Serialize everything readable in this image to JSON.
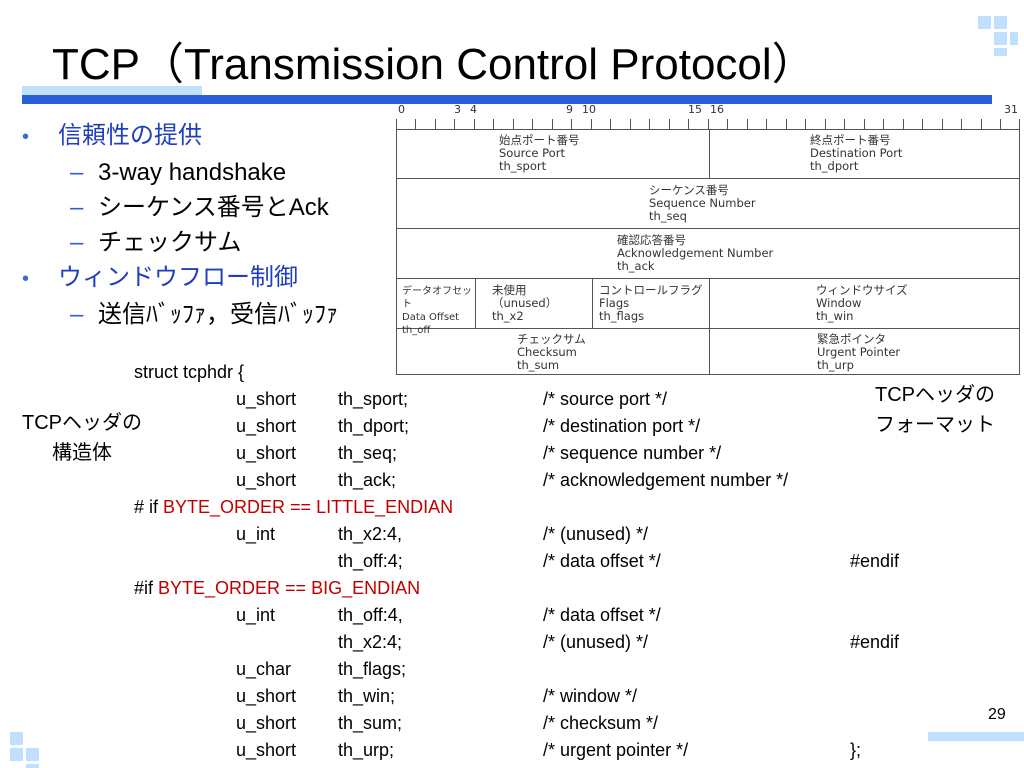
{
  "slide": {
    "title": "TCP（Transmission Control Protocol）",
    "page_number": "29"
  },
  "bullets": {
    "item1": "信頼性の提供",
    "item1_sub": [
      "3-way handshake",
      "シーケンス番号とAck",
      "チェックサム"
    ],
    "item2": "ウィンドウフロー制御",
    "item2_sub": [
      "送信ﾊﾞｯﾌｧ，受信ﾊﾞｯﾌｧ"
    ],
    "bullet_glyph": "•",
    "dash_glyph": "–"
  },
  "header_diagram": {
    "bit_labels": [
      "0",
      "3",
      "4",
      "9",
      "10",
      "15",
      "16",
      "31"
    ],
    "rows": [
      [
        {
          "lines": [
            "始点ポート番号",
            "Source Port",
            "th_sport"
          ]
        },
        {
          "lines": [
            "終点ポート番号",
            "Destination Port",
            "th_dport"
          ]
        }
      ],
      [
        {
          "lines": [
            "シーケンス番号",
            "Sequence Number",
            "th_seq"
          ]
        }
      ],
      [
        {
          "lines": [
            "確認応答番号",
            "Acknowledgement Number",
            "th_ack"
          ]
        }
      ],
      [
        {
          "lines": [
            "データオフセット",
            "Data Offset",
            "th_off"
          ]
        },
        {
          "lines": [
            "未使用",
            "（unused）",
            "th_x2"
          ]
        },
        {
          "lines": [
            "コントロールフラグ",
            "Flags",
            "th_flags"
          ]
        },
        {
          "lines": [
            "ウィンドウサイズ",
            "Window",
            "th_win"
          ]
        }
      ],
      [
        {
          "lines": [
            "チェックサム",
            "Checksum",
            "th_sum"
          ]
        },
        {
          "lines": [
            "緊急ポインタ",
            "Urgent Pointer",
            "th_urp"
          ]
        }
      ]
    ]
  },
  "captions": {
    "format": [
      "TCPヘッダの",
      "フォーマット"
    ],
    "struct": [
      "TCPヘッダの",
      "構造体"
    ]
  },
  "code": {
    "open": "struct tcphdr {",
    "lines1": [
      {
        "type": "u_short",
        "name": "th_sport;",
        "comment": "/* source port */"
      },
      {
        "type": "u_short",
        "name": "th_dport;",
        "comment": "/* destination port */"
      },
      {
        "type": "u_short",
        "name": "th_seq;",
        "comment": "/* sequence number */"
      },
      {
        "type": "u_short",
        "name": "th_ack;",
        "comment": "/* acknowledgement number */"
      }
    ],
    "if1_prefix": "# if ",
    "if1_cond": "BYTE_ORDER == LITTLE_ENDIAN",
    "block1": [
      {
        "type": "u_int",
        "name": "th_x2:4,",
        "comment": "/* (unused) */",
        "tail": ""
      },
      {
        "type": "",
        "name": "th_off:4;",
        "comment": "/* data offset */",
        "tail": "#endif"
      }
    ],
    "if2_prefix": "#if ",
    "if2_cond": "BYTE_ORDER == BIG_ENDIAN",
    "block2": [
      {
        "type": "u_int",
        "name": "th_off:4,",
        "comment": "/* data offset */",
        "tail": ""
      },
      {
        "type": "",
        "name": "th_x2:4;",
        "comment": "/* (unused) */",
        "tail": "#endif"
      }
    ],
    "lines2": [
      {
        "type": "u_char",
        "name": "th_flags;",
        "comment": "",
        "tail": ""
      },
      {
        "type": "u_short",
        "name": "th_win;",
        "comment": "/* window */",
        "tail": ""
      },
      {
        "type": "u_short",
        "name": "th_sum;",
        "comment": "/* checksum */",
        "tail": ""
      },
      {
        "type": "u_short",
        "name": "th_urp;",
        "comment": "/* urgent pointer */",
        "tail": "};"
      }
    ]
  },
  "colors": {
    "accent_blue": "#2b5fd9",
    "light_blue": "#bfe0ff",
    "bullet_text": "#1f3fc0",
    "code_red": "#c00000"
  }
}
